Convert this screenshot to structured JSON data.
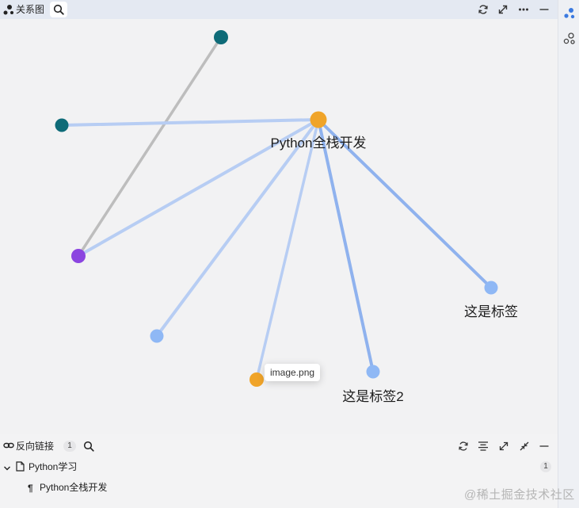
{
  "graph_panel": {
    "title": "关系图",
    "nodes": [
      {
        "id": "n-teal-top",
        "color": "#0e6b78",
        "label": ""
      },
      {
        "id": "n-teal-left",
        "color": "#0e6b78",
        "label": ""
      },
      {
        "id": "n-python",
        "color": "#f0a429",
        "label": "Python全栈开发"
      },
      {
        "id": "n-purple",
        "color": "#8b45e0",
        "label": ""
      },
      {
        "id": "n-blue-a",
        "color": "#8fb8f5",
        "label": ""
      },
      {
        "id": "n-image",
        "color": "#f0a429",
        "label": ""
      },
      {
        "id": "n-tag2",
        "color": "#8fb8f5",
        "label": "这是标签2"
      },
      {
        "id": "n-tag",
        "color": "#8fb8f5",
        "label": "这是标签"
      }
    ],
    "edges": [
      {
        "from": "n-teal-top",
        "to": "n-purple",
        "color": "#bdbdbd"
      },
      {
        "from": "n-teal-left",
        "to": "n-python",
        "color": "#b7cdf3"
      },
      {
        "from": "n-purple",
        "to": "n-python",
        "color": "#b7cdf3"
      },
      {
        "from": "n-blue-a",
        "to": "n-python",
        "color": "#b7cdf3"
      },
      {
        "from": "n-image",
        "to": "n-python",
        "color": "#b7cdf3"
      },
      {
        "from": "n-tag2",
        "to": "n-python",
        "color": "#8fb2ee"
      },
      {
        "from": "n-tag",
        "to": "n-python",
        "color": "#8fb2ee"
      }
    ],
    "tooltip": "image.png"
  },
  "backlinks": {
    "title": "反向链接",
    "count": "1",
    "tree": [
      {
        "label": "Python学习",
        "count": "1",
        "children": [
          {
            "label": "Python全栈开发"
          }
        ]
      }
    ]
  },
  "watermark": "@稀土掘金技术社区",
  "colors": {
    "accent": "#3b7ae0",
    "header_bg": "#e4e9f2"
  }
}
